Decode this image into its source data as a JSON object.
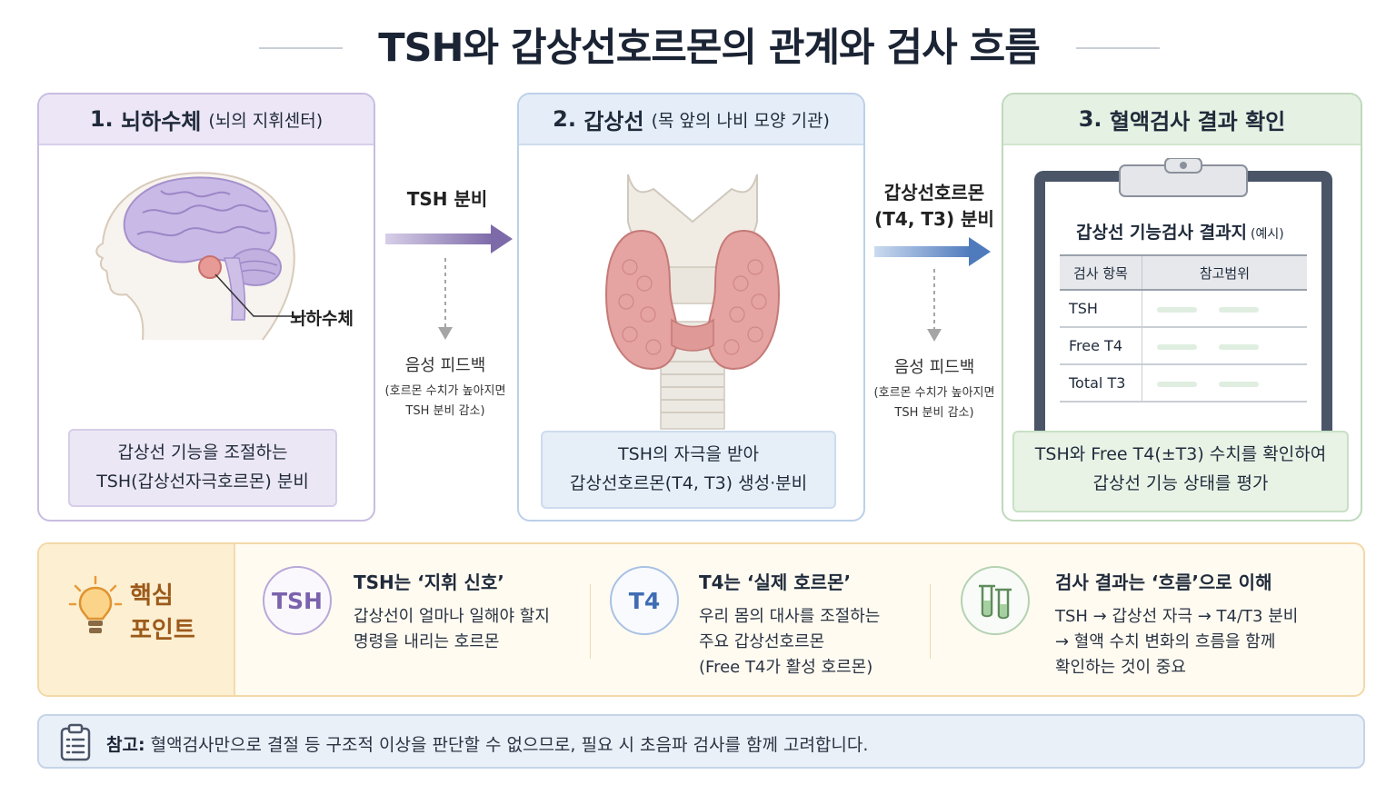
{
  "title": "TSH와 갑상선호르몬의 관계와 검사 흐름",
  "panels": [
    {
      "number": "1.",
      "heading": "뇌하수체",
      "subheading": "(뇌의 지휘센터)",
      "pointer_label": "뇌하수체",
      "caption_line1": "갑상선 기능을 조절하는",
      "caption_line2": "TSH(갑상선자극호르몬) 분비"
    },
    {
      "number": "2.",
      "heading": "갑상선",
      "subheading": "(목 앞의 나비 모양 기관)",
      "caption_line1": "TSH의 자극을 받아",
      "caption_line2": "갑상선호르몬(T4, T3) 생성·분비"
    },
    {
      "number": "3.",
      "heading": "혈액검사 결과 확인",
      "caption_line1": "TSH와 Free T4(±T3) 수치를 확인하여",
      "caption_line2": "갑상선 기능 상태를 평가"
    }
  ],
  "flows": [
    {
      "label_line1": "TSH 분비",
      "label_line2": "",
      "feedback": "음성 피드백",
      "feedback_sub1": "(호르몬 수치가 높아지면",
      "feedback_sub2": "TSH 분비 감소)",
      "arrow_color": "#7d6aa8"
    },
    {
      "label_line1": "갑상선호르몬",
      "label_line2": "(T4, T3) 분비",
      "feedback": "음성 피드백",
      "feedback_sub1": "(호르몬 수치가 높아지면",
      "feedback_sub2": "TSH 분비 감소)",
      "arrow_color": "#4f7bbd"
    }
  ],
  "report": {
    "title": "갑상선 기능검사 결과지",
    "title_sub": "(예시)",
    "headers": [
      "검사 항목",
      "참고범위"
    ],
    "rows": [
      "TSH",
      "Free T4",
      "Total T3"
    ]
  },
  "key_points": {
    "title_line1": "핵심",
    "title_line2": "포인트",
    "items": [
      {
        "badge": "TSH",
        "heading": "TSH는 ‘지휘 신호’",
        "lines": [
          "갑상선이 얼마나 일해야 할지",
          "명령을 내리는 호르몬"
        ],
        "color": "#8b73b8"
      },
      {
        "badge": "T4",
        "heading": "T4는 ‘실제 호르몬’",
        "lines": [
          "우리 몸의 대사를 조절하는",
          "주요 갑상선호르몬",
          "(Free T4가 활성 호르몬)"
        ],
        "color": "#4f7bbd"
      },
      {
        "icon": "test-tubes-icon",
        "heading": "검사 결과는 ‘흐름’으로 이해",
        "lines": [
          "TSH → 갑상선 자극 → T4/T3 분비",
          "→ 혈액 수치 변화의 흐름을 함께",
          "확인하는 것이 중요"
        ],
        "color": "#6f9a6c"
      }
    ]
  },
  "note": {
    "label": "참고:",
    "text": "혈액검사만으로 결절 등 구조적 이상을 판단할 수 없으므로, 필요 시 초음파 검사를 함께 고려합니다."
  },
  "colors": {
    "lavender": "#ece6f6",
    "blue": "#e4edf8",
    "green": "#e5f1e3",
    "amber": "#fdefd1",
    "accent_brown": "#9b5a1a"
  }
}
